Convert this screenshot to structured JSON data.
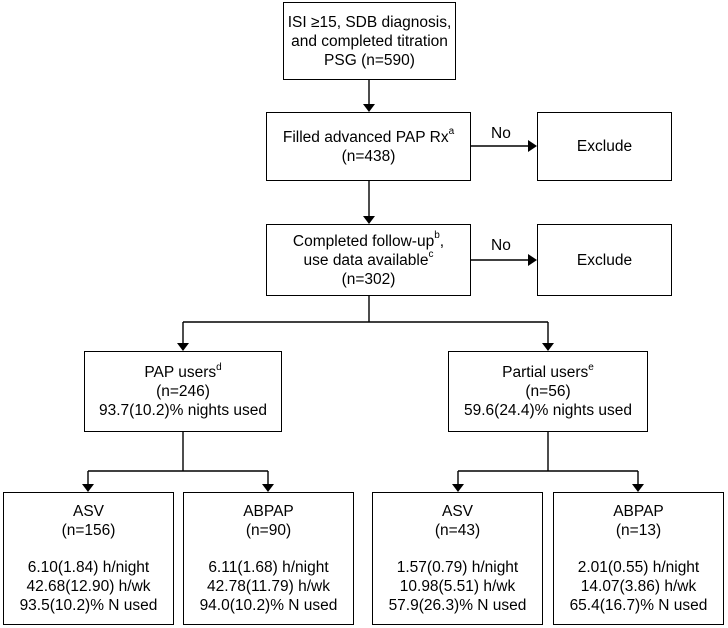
{
  "nodes": {
    "start": {
      "lines": [
        "ISI ≥15, SDB diagnosis,",
        "and completed titration",
        "PSG (n=590)"
      ]
    },
    "filled": {
      "text": "Filled advanced PAP Rx",
      "sup": "a",
      "n": "(n=438)"
    },
    "exclude1": {
      "text": "Exclude"
    },
    "no1": "No",
    "followup": {
      "line1": "Completed follow-up",
      "sup1": "b",
      "line1_end": ",",
      "line2": "use data available",
      "sup2": "c",
      "n": "(n=302)"
    },
    "exclude2": {
      "text": "Exclude"
    },
    "no2": "No",
    "pap_users": {
      "title": "PAP users",
      "sup": "d",
      "n": "(n=246)",
      "nights": "93.7(10.2)% nights used"
    },
    "partial_users": {
      "title": "Partial users",
      "sup": "e",
      "n": "(n=56)",
      "nights": "59.6(24.4)% nights used"
    },
    "leaves": [
      {
        "title": "ASV",
        "n": "(n=156)",
        "night": "6.10(1.84) h/night",
        "wk": "42.68(12.90) h/wk",
        "used": "93.5(10.2)% N used"
      },
      {
        "title": "ABPAP",
        "n": "(n=90)",
        "night": "6.11(1.68) h/night",
        "wk": "42.78(11.79) h/wk",
        "used": "94.0(10.2)% N used"
      },
      {
        "title": "ASV",
        "n": "(n=43)",
        "night": "1.57(0.79) h/night",
        "wk": "10.98(5.51) h/wk",
        "used": "57.9(26.3)% N used"
      },
      {
        "title": "ABPAP",
        "n": "(n=13)",
        "night": "2.01(0.55) h/night",
        "wk": "14.07(3.86) h/wk",
        "used": "65.4(16.7)% N used"
      }
    ]
  }
}
